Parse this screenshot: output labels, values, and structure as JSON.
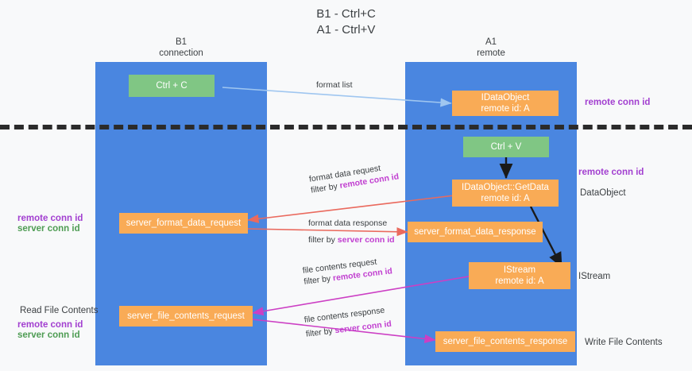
{
  "title": {
    "line1": "B1 - Ctrl+C",
    "line2": "A1 - Ctrl+V"
  },
  "lanes": [
    {
      "id": "b1",
      "name": "B1",
      "role": "connection",
      "color": "#4a86e0"
    },
    {
      "id": "a1",
      "name": "A1",
      "role": "remote",
      "color": "#4a86e0"
    }
  ],
  "colors": {
    "lane": "#4a86e0",
    "green_box": "#80c684",
    "orange_box": "#f9ab56",
    "remote_conn_id": "#a23fd0",
    "server_conn_id": "#4e9c53",
    "arrow_format_list": "#9fc6f0",
    "arrow_format_data": "#ea6a5e",
    "arrow_file_contents": "#cc3fc4",
    "arrow_internal": "#1a1a1a",
    "divider": "#2b2b2b",
    "background": "#f8f9fa"
  },
  "boxes": [
    {
      "id": "ctrl-c",
      "lane": "b1",
      "style": "green",
      "line1": "Ctrl + C",
      "line2": ""
    },
    {
      "id": "idataobject",
      "lane": "a1",
      "style": "orange",
      "line1": "IDataObject",
      "line2": "remote id: A"
    },
    {
      "id": "ctrl-v",
      "lane": "a1",
      "style": "green",
      "line1": "Ctrl + V",
      "line2": ""
    },
    {
      "id": "idataobject-getdata",
      "lane": "a1",
      "style": "orange",
      "line1": "IDataObject::GetData",
      "line2": "remote id: A"
    },
    {
      "id": "server-format-data-request",
      "lane": "b1",
      "style": "orange",
      "line1": "server_format_data_request",
      "line2": ""
    },
    {
      "id": "server-format-data-response",
      "lane": "a1",
      "style": "orange",
      "line1": "server_format_data_response",
      "line2": ""
    },
    {
      "id": "istream",
      "lane": "a1",
      "style": "orange",
      "line1": "IStream",
      "line2": "remote id: A"
    },
    {
      "id": "server-file-contents-request",
      "lane": "b1",
      "style": "orange",
      "line1": "server_file_contents_request",
      "line2": ""
    },
    {
      "id": "server-file-contents-response",
      "lane": "a1",
      "style": "orange",
      "line1": "server_file_contents_response",
      "line2": ""
    }
  ],
  "edge_labels": [
    {
      "id": "format-list",
      "text": "format list",
      "filter_prefix": "",
      "filter_target": ""
    },
    {
      "id": "format-data-request",
      "text": "format data request",
      "filter_prefix": "filter by ",
      "filter_target": "remote conn id"
    },
    {
      "id": "format-data-response",
      "text": "format data response",
      "filter_prefix": "filter by ",
      "filter_target": "server conn id"
    },
    {
      "id": "file-contents-request",
      "text": "file contents request",
      "filter_prefix": "filter by ",
      "filter_target": "remote conn id"
    },
    {
      "id": "file-contents-response",
      "text": "file contents response",
      "filter_prefix": "filter by ",
      "filter_target": "server conn id"
    }
  ],
  "right_labels": [
    {
      "id": "remote-conn-id-top",
      "text": "remote conn id",
      "color": "purple"
    },
    {
      "id": "remote-conn-id-mid",
      "text": "remote conn id",
      "color": "purple"
    },
    {
      "id": "dataobject",
      "text": "DataObject",
      "color": "dark"
    },
    {
      "id": "istream",
      "text": "IStream",
      "color": "dark"
    },
    {
      "id": "write-file-contents",
      "text": "Write File Contents",
      "color": "dark"
    }
  ],
  "left_labels": [
    {
      "id": "remote-conn-id-mid",
      "text": "remote conn id",
      "color": "purple"
    },
    {
      "id": "server-conn-id-mid",
      "text": "server conn id",
      "color": "green"
    },
    {
      "id": "read-file-contents",
      "text": "Read File Contents",
      "color": "dark"
    },
    {
      "id": "remote-conn-id-low",
      "text": "remote conn id",
      "color": "purple"
    },
    {
      "id": "server-conn-id-low",
      "text": "server conn id",
      "color": "green"
    }
  ]
}
